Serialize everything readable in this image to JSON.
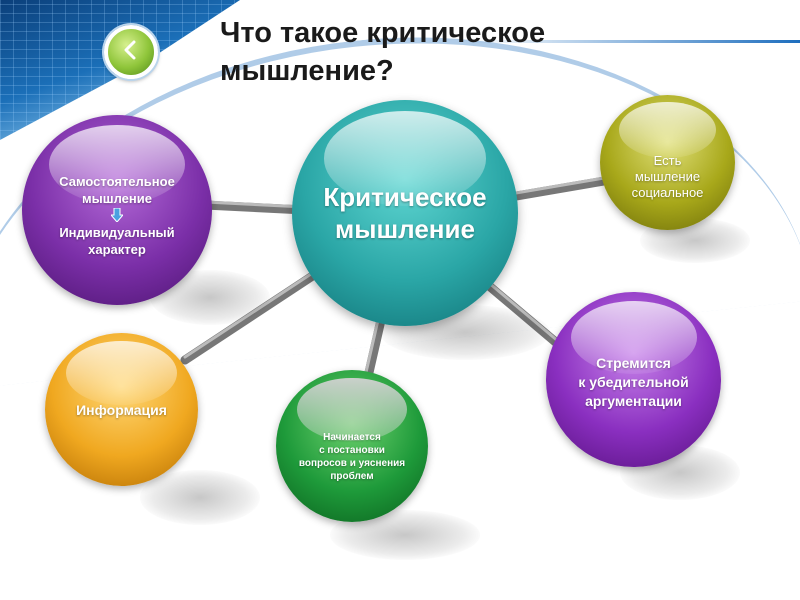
{
  "slide": {
    "title": "Что такое критическое\nмышление?"
  },
  "nav": {
    "back_icon": "chevron-left-icon"
  },
  "center": {
    "lines": [
      "Критическое",
      "мышление"
    ],
    "color": "#2aa6a6"
  },
  "nodes": {
    "independent": {
      "line1": "Самостоятельное",
      "line2": "мышление",
      "line3": "Индивидуальный",
      "line4": "характер",
      "arrow_icon": "arrow-down-icon",
      "color": "#7b2fa8"
    },
    "social": {
      "lines": [
        "Есть",
        "мышление",
        "социальное"
      ],
      "color": "#a8a81a"
    },
    "information": {
      "lines": [
        "Информация"
      ],
      "color": "#f0a820"
    },
    "questions": {
      "lines": [
        "Начинается",
        "с постановки",
        "вопросов и уяснения",
        "проблем"
      ],
      "color": "#1e9a3a"
    },
    "argumentation": {
      "lines": [
        "Стремится",
        "к убедительной",
        "аргументации"
      ],
      "color": "#8a2fc0"
    }
  }
}
